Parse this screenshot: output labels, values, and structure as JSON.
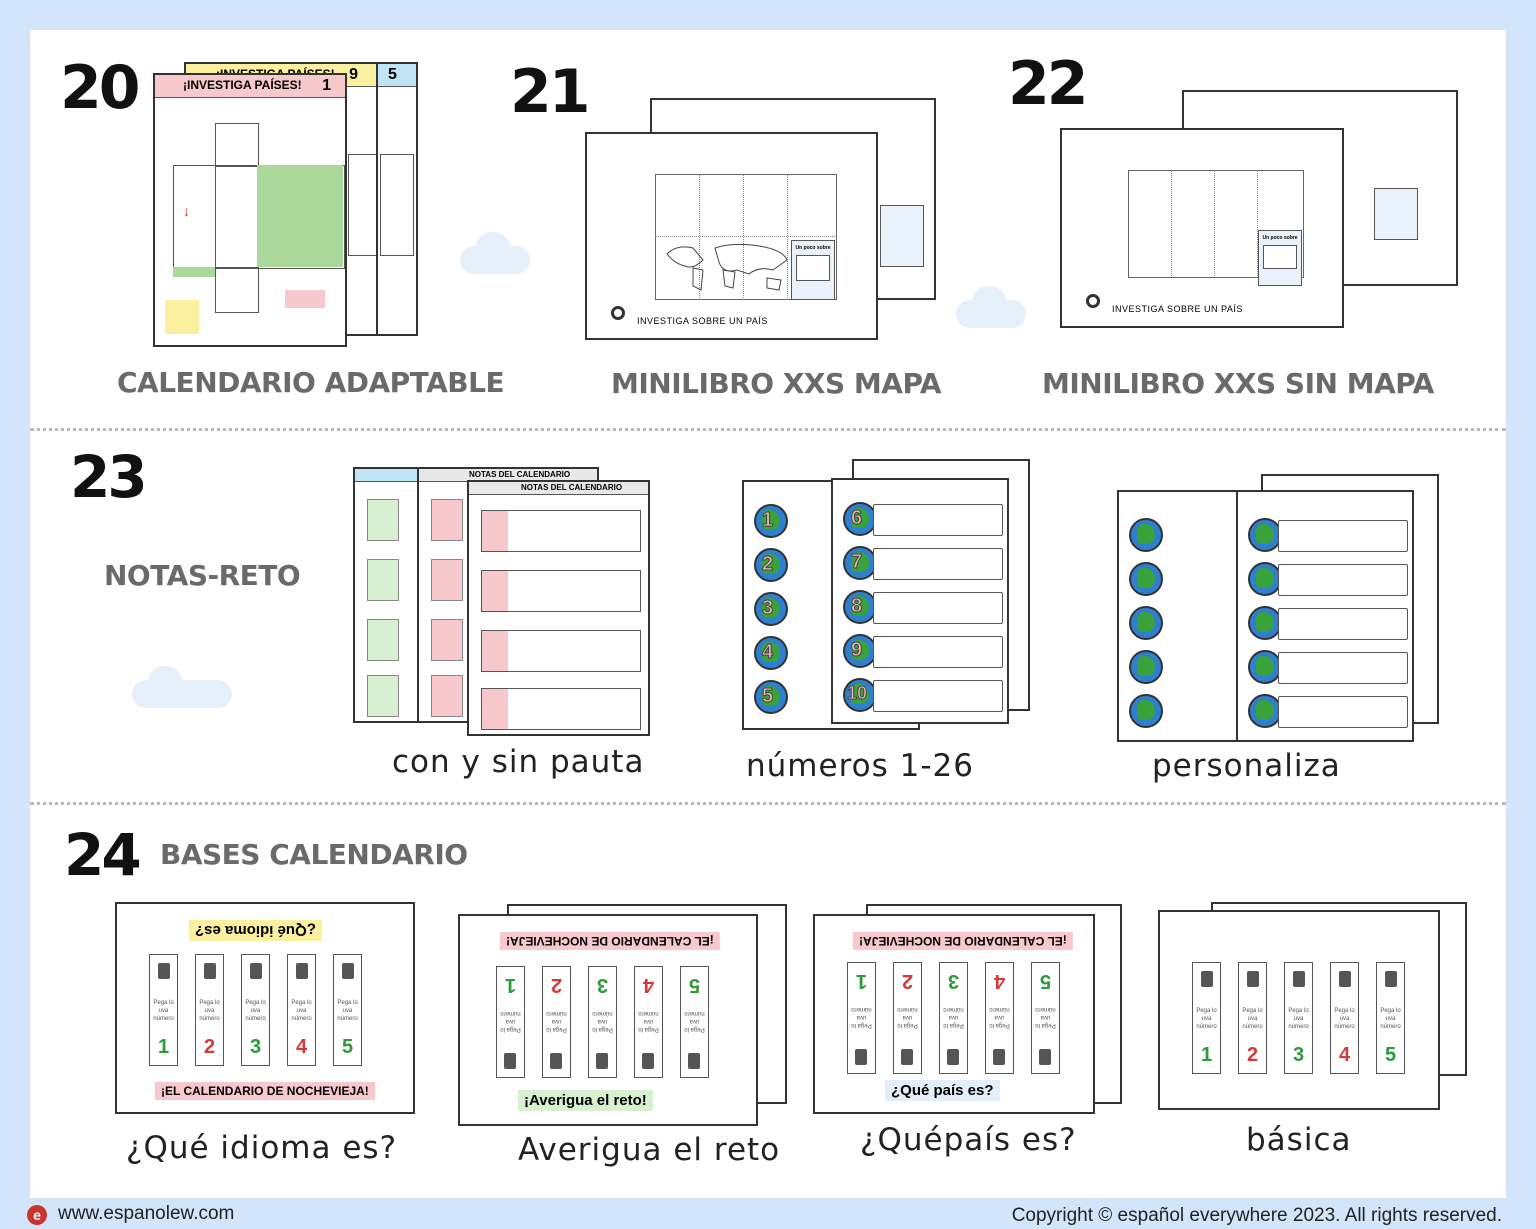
{
  "sections": {
    "s20": {
      "number": "20",
      "title": "CALENDARIO ADAPTABLE",
      "sheet_title": "¡INVESTIGA PAÍSES!",
      "back_title": "¡INVESTIGA PAÍSES!",
      "tab_numbers": [
        "1",
        "9",
        "5"
      ]
    },
    "s21": {
      "number": "21",
      "title": "MINILIBRO XXS MAPA",
      "sheet_label": "INVESTIGA SOBRE UN PAÍS",
      "box_label": "Un poco sobre"
    },
    "s22": {
      "number": "22",
      "title": "MINILIBRO XXS SIN MAPA",
      "sheet_label": "INVESTIGA SOBRE UN PAÍS",
      "box_label": "Un poco sobre"
    },
    "s23": {
      "number": "23",
      "title": "NOTAS-RETO",
      "sheet_title": "NOTAS DEL CALENDARIO",
      "sheet_title_back": "NOTAS DEL CALENDARIO",
      "captions": [
        "con y sin pauta",
        "números 1-26",
        "personaliza"
      ],
      "numbers_front": [
        "1",
        "2",
        "3",
        "4",
        "5"
      ],
      "numbers_back": [
        "6",
        "7",
        "8",
        "9",
        "10"
      ]
    },
    "s24": {
      "number": "24",
      "title": "BASES CALENDARIO",
      "captions": [
        "¿Qué idioma es?",
        "Averigua el reto",
        "¿Quépaís es?",
        "básica"
      ],
      "banner_idioma": "¿Qué idioma es?",
      "banner_calendario": "¡EL CALENDARIO DE NOCHEVIEJA!",
      "banner_reto": "¡Averigua el reto!",
      "banner_pais": "¿Qué país es?",
      "card_numbers": [
        "1",
        "2",
        "3",
        "4",
        "5"
      ],
      "card_text": "Pega lo uva número"
    }
  },
  "footer": {
    "website": "www.espanolew.com",
    "copyright": "Copyright © español everywhere 2023. All rights reserved."
  },
  "colors": {
    "background": "#d2e5fb",
    "pink": "#f7c9cc",
    "yellow": "#fbefa0",
    "blue_tab": "#bfe4f6",
    "green": "#a9d89a",
    "light_green": "#d7f0cf"
  }
}
